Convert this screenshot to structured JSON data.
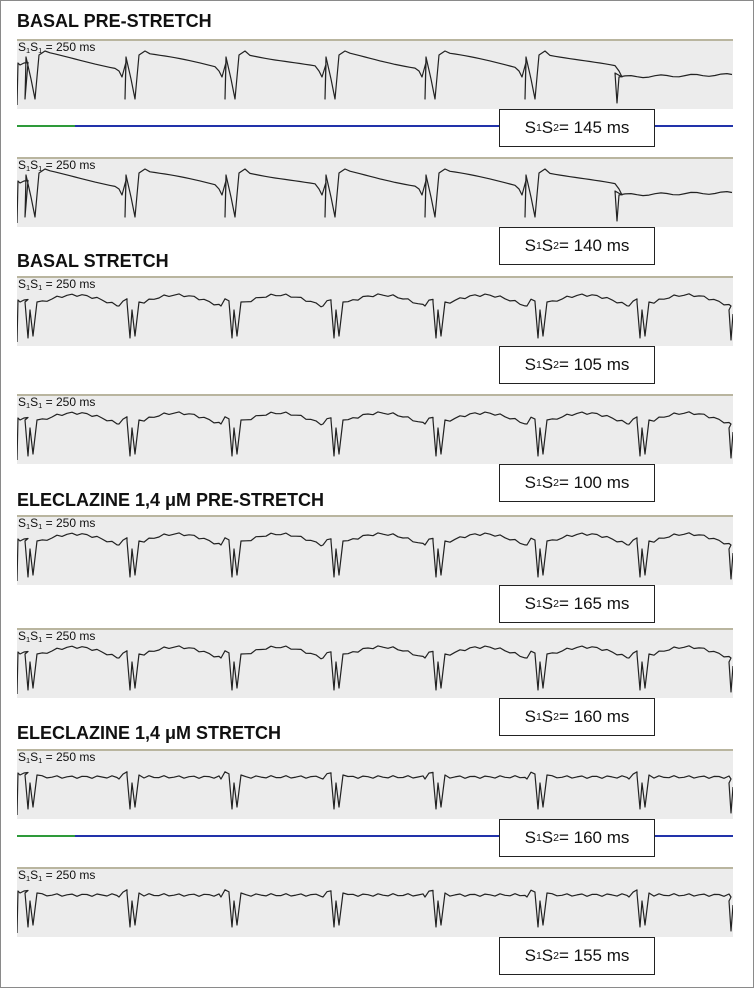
{
  "chart_data": [
    {
      "type": "line",
      "section": "BASAL PRE-STRETCH",
      "s1s1_prefix": "S",
      "s1s1_sub1": "1",
      "s1s1_mid": "S",
      "s1s1_sub2": "1",
      "s1s1_value": " = 250 ms",
      "s1s2_prefix": "S",
      "s1s2_sub1": "1",
      "s1s2_mid": "S",
      "s1s2_sub2": "2",
      "s1s2_value": " = 145 ms",
      "s1s1_ms": 250,
      "s1s2_ms": 145,
      "beats": 6,
      "shape": "plateau",
      "end": "flat",
      "axis_line": true
    },
    {
      "type": "line",
      "s1s1_prefix": "S",
      "s1s1_sub1": "1",
      "s1s1_mid": "S",
      "s1s1_sub2": "1",
      "s1s1_value": " = 250 ms",
      "s1s2_prefix": "S",
      "s1s2_sub1": "1",
      "s1s2_mid": "S",
      "s1s2_sub2": "2",
      "s1s2_value": " = 140 ms",
      "s1s1_ms": 250,
      "s1s2_ms": 140,
      "beats": 6,
      "shape": "plateau",
      "end": "flat",
      "axis_line": false
    },
    {
      "type": "line",
      "section": "BASAL STRETCH",
      "s1s1_prefix": "S",
      "s1s1_sub1": "1",
      "s1s1_mid": "S",
      "s1s1_sub2": "1",
      "s1s1_value": " = 250 ms",
      "s1s2_prefix": "S",
      "s1s2_sub1": "1",
      "s1s2_mid": "S",
      "s1s2_sub2": "2",
      "s1s2_value": " = 105 ms",
      "s1s1_ms": 250,
      "s1s2_ms": 105,
      "beats": 7,
      "shape": "dome",
      "end": "extra",
      "axis_line": false
    },
    {
      "type": "line",
      "s1s1_prefix": "S",
      "s1s1_sub1": "1",
      "s1s1_mid": "S",
      "s1s1_sub2": "1",
      "s1s1_value": " = 250 ms",
      "s1s2_prefix": "S",
      "s1s2_sub1": "1",
      "s1s2_mid": "S",
      "s1s2_sub2": "2",
      "s1s2_value": " = 100 ms",
      "s1s1_ms": 250,
      "s1s2_ms": 100,
      "beats": 7,
      "shape": "dome",
      "end": "flat",
      "axis_line": false
    },
    {
      "type": "line",
      "section": "ELECLAZINE 1,4 μM PRE-STRETCH",
      "s1s1_prefix": "S",
      "s1s1_sub1": "1",
      "s1s1_mid": "S",
      "s1s1_sub2": "1",
      "s1s1_value": " = 250 ms",
      "s1s2_prefix": "S",
      "s1s2_sub1": "1",
      "s1s2_mid": "S",
      "s1s2_sub2": "2",
      "s1s2_value": " = 165 ms",
      "s1s1_ms": 250,
      "s1s2_ms": 165,
      "beats": 7,
      "shape": "dome",
      "end": "wave",
      "axis_line": false
    },
    {
      "type": "line",
      "s1s1_prefix": "S",
      "s1s1_sub1": "1",
      "s1s1_mid": "S",
      "s1s1_sub2": "1",
      "s1s1_value": " = 250 ms",
      "s1s2_prefix": "S",
      "s1s2_sub1": "1",
      "s1s2_mid": "S",
      "s1s2_sub2": "2",
      "s1s2_value": " = 160 ms",
      "s1s1_ms": 250,
      "s1s2_ms": 160,
      "beats": 7,
      "shape": "dome",
      "end": "flat",
      "axis_line": false
    },
    {
      "type": "line",
      "section": "ELECLAZINE 1,4 μM STRETCH",
      "s1s1_prefix": "S",
      "s1s1_sub1": "1",
      "s1s1_mid": "S",
      "s1s1_sub2": "1",
      "s1s1_value": " = 250 ms",
      "s1s2_prefix": "S",
      "s1s2_sub1": "1",
      "s1s2_mid": "S",
      "s1s2_sub2": "2",
      "s1s2_value": " = 160 ms",
      "s1s1_ms": 250,
      "s1s2_ms": 160,
      "beats": 7,
      "shape": "flat",
      "end": "wave",
      "axis_line": true
    },
    {
      "type": "line",
      "s1s1_prefix": "S",
      "s1s1_sub1": "1",
      "s1s1_mid": "S",
      "s1s1_sub2": "1",
      "s1s1_value": " = 250 ms",
      "s1s2_prefix": "S",
      "s1s2_sub1": "1",
      "s1s2_mid": "S",
      "s1s2_sub2": "2",
      "s1s2_value": " = 155 ms",
      "s1s1_ms": 250,
      "s1s2_ms": 155,
      "beats": 7,
      "shape": "flat",
      "end": "flat",
      "axis_line": false
    }
  ],
  "colors": {
    "trace": "#222222",
    "strip": "#ececec",
    "strip_top": "#b9b59f",
    "axis_blue": "#2233aa",
    "axis_green": "#2e9a3a"
  }
}
